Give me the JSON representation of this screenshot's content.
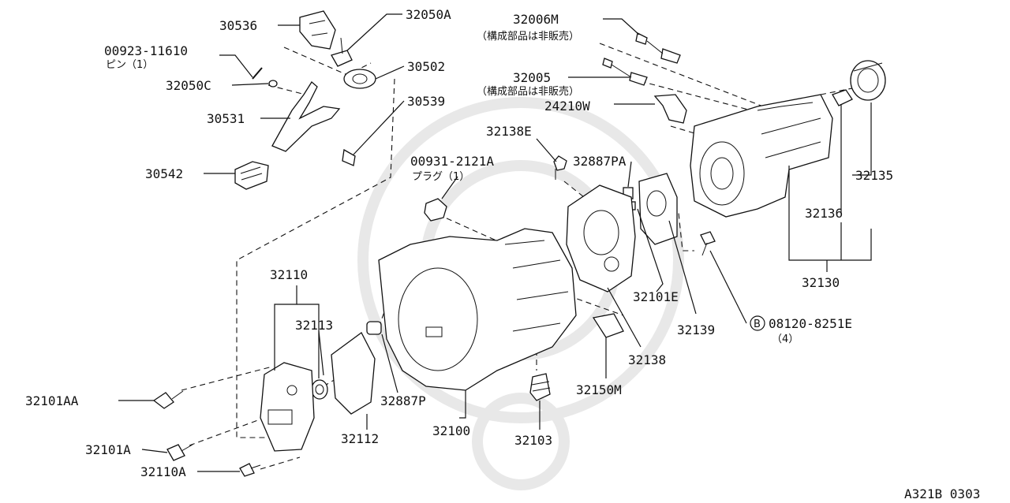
{
  "diagram": {
    "reference_code": "A321B 0303",
    "callouts": [
      {
        "id": "30536",
        "text": "30536"
      },
      {
        "id": "32050A",
        "text": "32050A"
      },
      {
        "id": "00923-11610",
        "text": "00923-11610",
        "note": "ピン（1）"
      },
      {
        "id": "32050C",
        "text": "32050C"
      },
      {
        "id": "30502",
        "text": "30502"
      },
      {
        "id": "30539",
        "text": "30539"
      },
      {
        "id": "30531",
        "text": "30531"
      },
      {
        "id": "30542",
        "text": "30542"
      },
      {
        "id": "32006M",
        "text": "32006M",
        "note": "（構成部品は非販売）"
      },
      {
        "id": "32005",
        "text": "32005",
        "note": "（構成部品は非販売）"
      },
      {
        "id": "24210W",
        "text": "24210W"
      },
      {
        "id": "32138E",
        "text": "32138E"
      },
      {
        "id": "32887PA",
        "text": "32887PA"
      },
      {
        "id": "00931-2121A",
        "text": "00931-2121A",
        "note": "プラグ（1）"
      },
      {
        "id": "32135",
        "text": "32135"
      },
      {
        "id": "32136",
        "text": "32136"
      },
      {
        "id": "32130",
        "text": "32130"
      },
      {
        "id": "32110",
        "text": "32110"
      },
      {
        "id": "32113",
        "text": "32113"
      },
      {
        "id": "32101E",
        "text": "32101E"
      },
      {
        "id": "32139",
        "text": "32139"
      },
      {
        "id": "08120-8251E",
        "text": "08120-8251E",
        "note": "（4）",
        "badge": "B"
      },
      {
        "id": "32138",
        "text": "32138"
      },
      {
        "id": "32150M",
        "text": "32150M"
      },
      {
        "id": "32101AA",
        "text": "32101AA"
      },
      {
        "id": "32887P",
        "text": "32887P"
      },
      {
        "id": "32112",
        "text": "32112"
      },
      {
        "id": "32100",
        "text": "32100"
      },
      {
        "id": "32103",
        "text": "32103"
      },
      {
        "id": "32101A",
        "text": "32101A"
      },
      {
        "id": "32110A",
        "text": "32110A"
      }
    ]
  }
}
